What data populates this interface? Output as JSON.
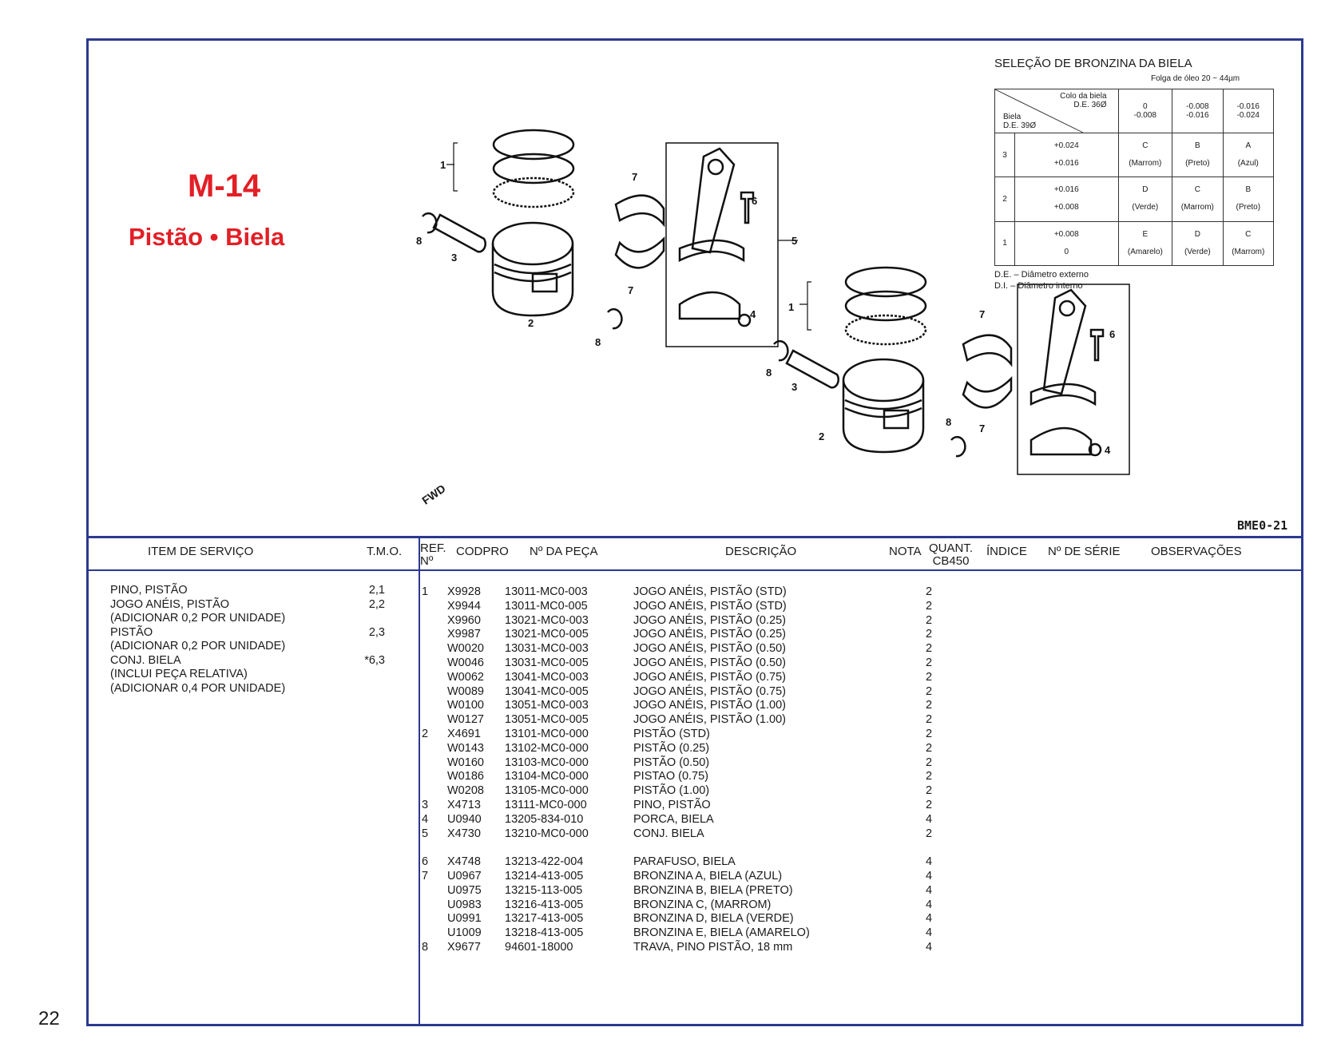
{
  "page_number": "22",
  "section": {
    "code": "M-14",
    "title": "Pistão • Biela"
  },
  "diagram": {
    "fwd_label": "FWD",
    "figure_code": "BME0-21",
    "callouts": [
      "1",
      "2",
      "3",
      "4",
      "5",
      "6",
      "7",
      "8"
    ]
  },
  "bearing_selection": {
    "title": "SELEÇÃO DE BRONZINA DA BIELA",
    "oil_clearance": "Folga de óleo 20 ~ 44µm",
    "header_top": "Colo da biela",
    "header_top2": "D.E. 36Ø",
    "header_left": "Biela",
    "header_left2": "D.E. 39Ø",
    "columns": [
      {
        "l1": "0",
        "l2": "-0.008"
      },
      {
        "l1": "-0.008",
        "l2": "-0.016"
      },
      {
        "l1": "-0.016",
        "l2": "-0.024"
      }
    ],
    "rows": [
      {
        "grade": "3",
        "r1": "+0.024",
        "r2": "+0.016",
        "cells": [
          {
            "code": "C",
            "color": "(Marrom)"
          },
          {
            "code": "B",
            "color": "(Preto)"
          },
          {
            "code": "A",
            "color": "(Azul)"
          }
        ]
      },
      {
        "grade": "2",
        "r1": "+0.016",
        "r2": "+0.008",
        "cells": [
          {
            "code": "D",
            "color": "(Verde)"
          },
          {
            "code": "C",
            "color": "(Marrom)"
          },
          {
            "code": "B",
            "color": "(Preto)"
          }
        ]
      },
      {
        "grade": "1",
        "r1": "+0.008",
        "r2": "0",
        "cells": [
          {
            "code": "E",
            "color": "(Amarelo)"
          },
          {
            "code": "D",
            "color": "(Verde)"
          },
          {
            "code": "C",
            "color": "(Marrom)"
          }
        ]
      }
    ],
    "note_de": "D.E. – Diâmetro externo",
    "note_di": "D.I. – Diâmetro interno"
  },
  "table_headers": {
    "item_servico": "ITEM DE SERVIÇO",
    "tmo": "T.M.O.",
    "ref": "REF.",
    "ref2": "Nº",
    "codpro": "CODPRO",
    "part": "Nº DA PEÇA",
    "desc": "DESCRIÇÃO",
    "nota": "NOTA",
    "quant": "QUANT.",
    "model": "CB450",
    "indice": "ÍNDICE",
    "serie": "Nº DE SÉRIE",
    "obs": "OBSERVAÇÕES"
  },
  "service_items": [
    {
      "text": "PINO, PISTÃO",
      "tmo": "2,1"
    },
    {
      "text": "JOGO ANÉIS, PISTÃO",
      "tmo": "2,2"
    },
    {
      "text": "(ADICIONAR 0,2 POR UNIDADE)",
      "tmo": ""
    },
    {
      "text": "PISTÃO",
      "tmo": "2,3"
    },
    {
      "text": "(ADICIONAR 0,2 POR UNIDADE)",
      "tmo": ""
    },
    {
      "text": "CONJ. BIELA",
      "tmo": "*6,3"
    },
    {
      "text": "(INCLUI PEÇA RELATIVA)",
      "tmo": ""
    },
    {
      "text": "(ADICIONAR 0,4 POR UNIDADE)",
      "tmo": ""
    }
  ],
  "parts": [
    {
      "ref": "1",
      "cod": "X9928",
      "part": "13011-MC0-003",
      "desc": "JOGO ANÉIS, PISTÃO (STD)",
      "qty": "2"
    },
    {
      "ref": "",
      "cod": "X9944",
      "part": "13011-MC0-005",
      "desc": "JOGO ANÉIS, PISTÃO (STD)",
      "qty": "2"
    },
    {
      "ref": "",
      "cod": "X9960",
      "part": "13021-MC0-003",
      "desc": "JOGO ANÉIS, PISTÃO (0.25)",
      "qty": "2"
    },
    {
      "ref": "",
      "cod": "X9987",
      "part": "13021-MC0-005",
      "desc": "JOGO ANÉIS, PISTÃO (0.25)",
      "qty": "2"
    },
    {
      "ref": "",
      "cod": "W0020",
      "part": "13031-MC0-003",
      "desc": "JOGO ANÉIS, PISTÃO (0.50)",
      "qty": "2"
    },
    {
      "ref": "",
      "cod": "W0046",
      "part": "13031-MC0-005",
      "desc": "JOGO ANÉIS, PISTÃO (0.50)",
      "qty": "2"
    },
    {
      "ref": "",
      "cod": "W0062",
      "part": "13041-MC0-003",
      "desc": "JOGO ANÉIS, PISTÃO (0.75)",
      "qty": "2"
    },
    {
      "ref": "",
      "cod": "W0089",
      "part": "13041-MC0-005",
      "desc": "JOGO ANÉIS, PISTÃO (0.75)",
      "qty": "2"
    },
    {
      "ref": "",
      "cod": "W0100",
      "part": "13051-MC0-003",
      "desc": "JOGO ANÉIS, PISTÃO (1.00)",
      "qty": "2"
    },
    {
      "ref": "",
      "cod": "W0127",
      "part": "13051-MC0-005",
      "desc": "JOGO ANÉIS, PISTÃO (1.00)",
      "qty": "2"
    },
    {
      "ref": "2",
      "cod": "X4691",
      "part": "13101-MC0-000",
      "desc": "PISTÃO (STD)",
      "qty": "2"
    },
    {
      "ref": "",
      "cod": "W0143",
      "part": "13102-MC0-000",
      "desc": "PISTÃO (0.25)",
      "qty": "2"
    },
    {
      "ref": "",
      "cod": "W0160",
      "part": "13103-MC0-000",
      "desc": "PISTÃO (0.50)",
      "qty": "2"
    },
    {
      "ref": "",
      "cod": "W0186",
      "part": "13104-MC0-000",
      "desc": "PISTAO (0.75)",
      "qty": "2"
    },
    {
      "ref": "",
      "cod": "W0208",
      "part": "13105-MC0-000",
      "desc": "PISTÃO (1.00)",
      "qty": "2"
    },
    {
      "ref": "3",
      "cod": "X4713",
      "part": "13111-MC0-000",
      "desc": "PINO, PISTÃO",
      "qty": "2"
    },
    {
      "ref": "4",
      "cod": "U0940",
      "part": "13205-834-010",
      "desc": "PORCA, BIELA",
      "qty": "4"
    },
    {
      "ref": "5",
      "cod": "X4730",
      "part": "13210-MC0-000",
      "desc": "CONJ. BIELA",
      "qty": "2"
    },
    {
      "ref": "6",
      "cod": "X4748",
      "part": "13213-422-004",
      "desc": "PARAFUSO, BIELA",
      "qty": "4"
    },
    {
      "ref": "7",
      "cod": "U0967",
      "part": "13214-413-005",
      "desc": "BRONZINA A, BIELA (AZUL)",
      "qty": "4"
    },
    {
      "ref": "",
      "cod": "U0975",
      "part": "13215-113-005",
      "desc": "BRONZINA B, BIELA (PRETO)",
      "qty": "4"
    },
    {
      "ref": "",
      "cod": "U0983",
      "part": "13216-413-005",
      "desc": "BRONZINA C, (MARROM)",
      "qty": "4"
    },
    {
      "ref": "",
      "cod": "U0991",
      "part": "13217-413-005",
      "desc": "BRONZINA D, BIELA (VERDE)",
      "qty": "4"
    },
    {
      "ref": "",
      "cod": "U1009",
      "part": "13218-413-005",
      "desc": "BRONZINA E, BIELA (AMARELO)",
      "qty": "4"
    },
    {
      "ref": "8",
      "cod": "X9677",
      "part": "94601-18000",
      "desc": "TRAVA, PINO PISTÃO, 18 mm",
      "qty": "4"
    }
  ],
  "colors": {
    "frame": "#2b3990",
    "title": "#e21f26"
  }
}
